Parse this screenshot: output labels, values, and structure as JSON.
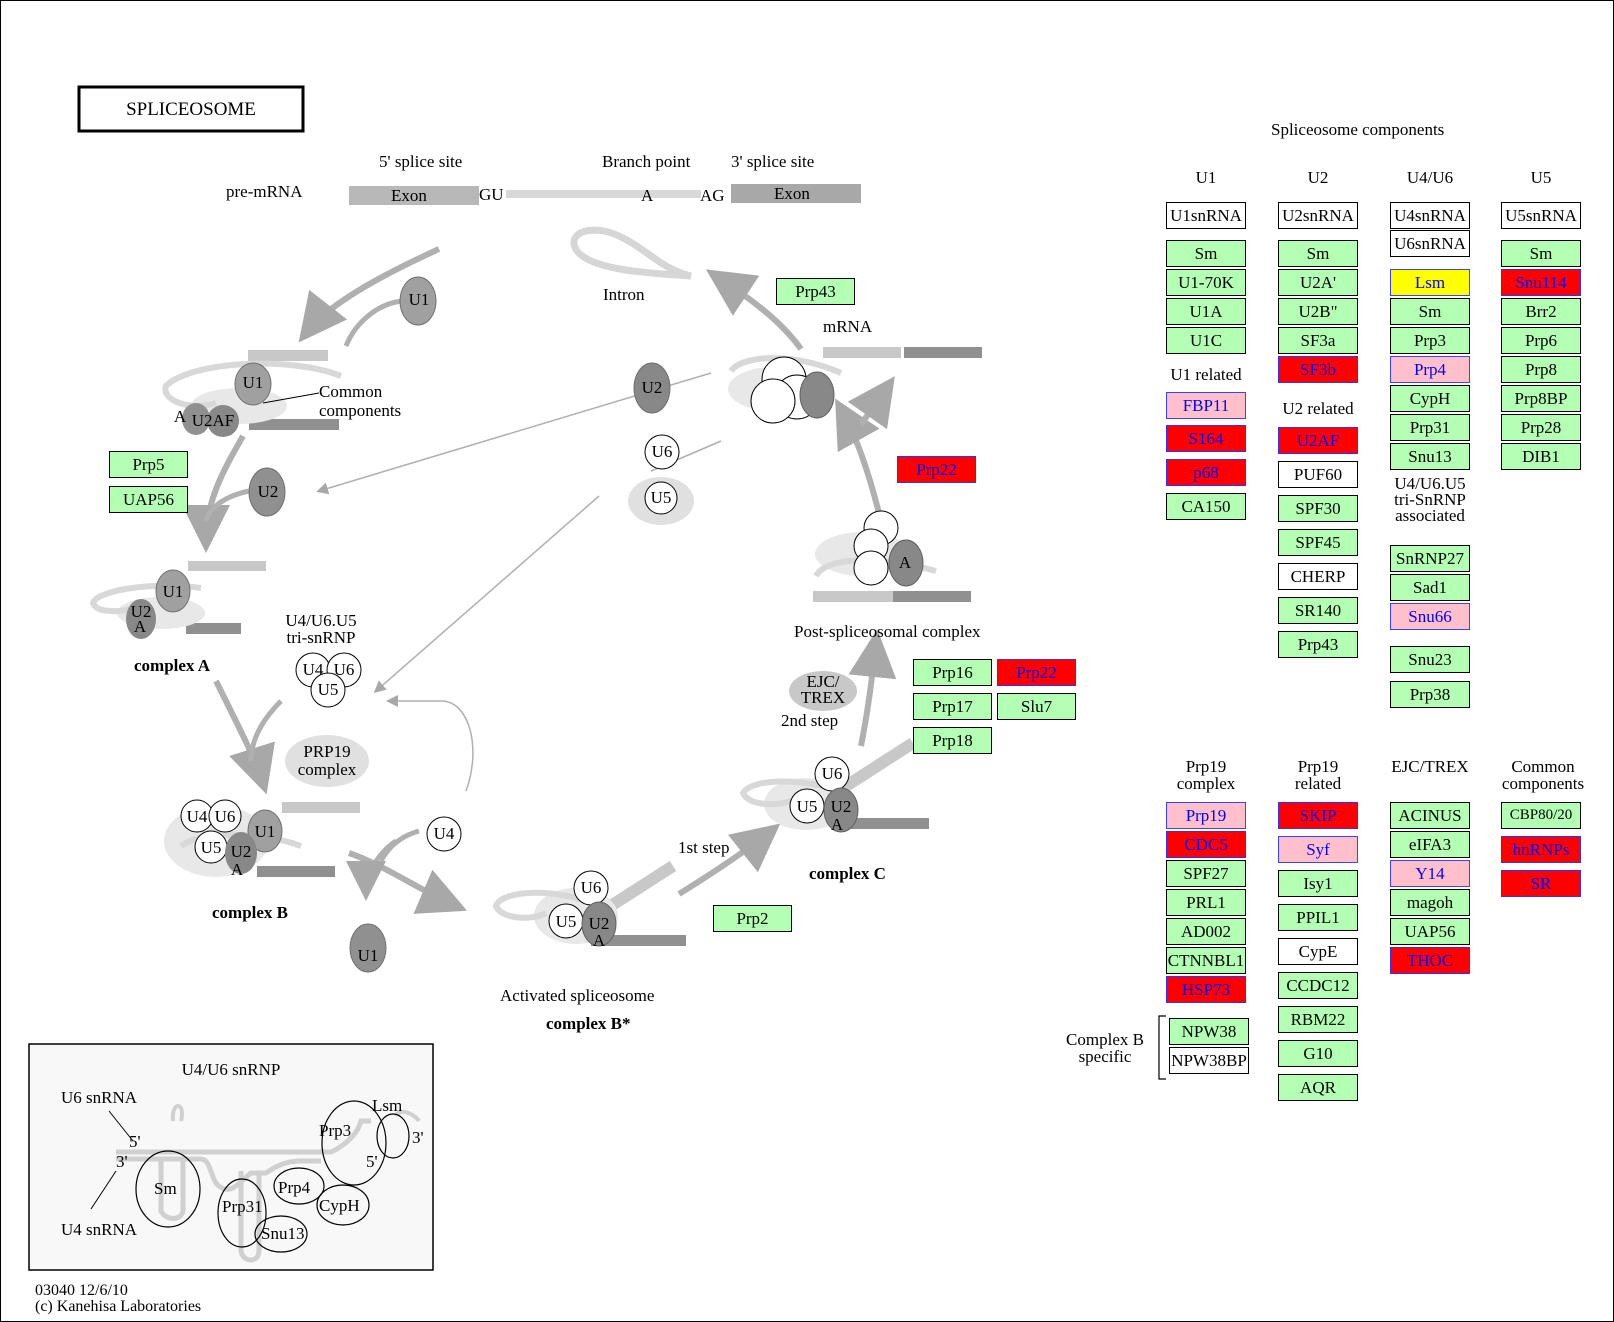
{
  "title": "SPLICEOSOME",
  "pathway": {
    "splice_site_5": "5' splice site",
    "branch_point": "Branch point",
    "splice_site_3": "3' splice site",
    "pre_mrna": "pre-mRNA",
    "exon": "Exon",
    "gu": "GU",
    "a": "A",
    "ag": "AG",
    "intron": "Intron",
    "mrna": "mRNA",
    "common_components": "Common\ncomponents",
    "complex_a": "complex A",
    "complex_b": "complex B",
    "complex_b_star": "complex B*",
    "complex_c": "complex C",
    "activated": "Activated spliceosome",
    "post_spliceosomal": "Post-spliceosomal complex",
    "tri_snrnp": "U4/U6.U5\ntri-snRNP",
    "prp19_complex": "PRP19\ncomplex",
    "ejc_trex": "EJC/\nTREX",
    "step1": "1st step",
    "step2": "2nd step",
    "snrnp": {
      "u1": "U1",
      "u2": "U2",
      "u4": "U4",
      "u5": "U5",
      "u6": "U6",
      "u2af": "U2AF",
      "a": "A"
    }
  },
  "pathway_boxes": {
    "prp43": "Prp43",
    "prp22_a": "Prp22",
    "prp5": "Prp5",
    "uap56": "UAP56",
    "prp16": "Prp16",
    "prp22_b": "Prp22",
    "prp17": "Prp17",
    "slu7": "Slu7",
    "prp18": "Prp18",
    "prp2": "Prp2"
  },
  "inset": {
    "title": "U4/U6 snRNP",
    "u6_snrna": "U6 snRNA",
    "u4_snrna": "U4 snRNA",
    "p5a": "5'",
    "p3a": "3'",
    "p5b": "5'",
    "p3b": "3'",
    "sm": "Sm",
    "lsm": "Lsm",
    "prp3": "Prp3",
    "prp4": "Prp4",
    "prp31": "Prp31",
    "cyph": "CypH",
    "snu13": "Snu13"
  },
  "footer": {
    "line1": "03040 12/6/10",
    "line2": "(c) Kanehisa Laboratories"
  },
  "components": {
    "heading": "Spliceosome components",
    "u1_head": "U1",
    "u2_head": "U2",
    "u4u6_head": "U4/U6",
    "u5_head": "U5",
    "u1snrna": "U1snRNA",
    "u1_sm": "Sm",
    "u1_70k": "U1-70K",
    "u1a": "U1A",
    "u1c": "U1C",
    "u1_related": "U1 related",
    "fbp11": "FBP11",
    "s164": "S164",
    "p68": "p68",
    "ca150": "CA150",
    "u2snrna": "U2snRNA",
    "u2_sm": "Sm",
    "u2a": "U2A'",
    "u2b": "U2B\"",
    "sf3a": "SF3a",
    "sf3b": "SF3b",
    "u2_related": "U2 related",
    "u2af": "U2AF",
    "puf60": "PUF60",
    "spf30": "SPF30",
    "spf45": "SPF45",
    "cherp": "CHERP",
    "sr140": "SR140",
    "prp43": "Prp43",
    "u4snrna": "U4snRNA",
    "u6snrna": "U6snRNA",
    "lsm": "Lsm",
    "u46_sm": "Sm",
    "prp3": "Prp3",
    "prp4": "Prp4",
    "cyph": "CypH",
    "prp31": "Prp31",
    "snu13": "Snu13",
    "tri_assoc": "U4/U6.U5\ntri-SnRNP\nassociated",
    "snrnp27": "SnRNP27",
    "sad1": "Sad1",
    "snu66": "Snu66",
    "snu23": "Snu23",
    "prp38": "Prp38",
    "u5snrna": "U5snRNA",
    "u5_sm": "Sm",
    "snu114": "Snu114",
    "brr2": "Brr2",
    "prp6": "Prp6",
    "prp8": "Prp8",
    "prp8bp": "Prp8BP",
    "prp28": "Prp28",
    "dib1": "DIB1",
    "prp19c_head": "Prp19\ncomplex",
    "prp19r_head": "Prp19\nrelated",
    "ejc_head": "EJC/TREX",
    "common_head": "Common\ncomponents",
    "prp19": "Prp19",
    "cdc5": "CDC5",
    "spf27": "SPF27",
    "prl1": "PRL1",
    "ad002": "AD002",
    "ctnnbl1": "CTNNBL1",
    "hsp73": "HSP73",
    "complex_b_specific": "Complex B\nspecific",
    "npw38": "NPW38",
    "npw38bp": "NPW38BP",
    "skip": "SKIP",
    "syf": "Syf",
    "isy1": "Isy1",
    "ppil1": "PPIL1",
    "cype": "CypE",
    "ccdc12": "CCDC12",
    "rbm22": "RBM22",
    "g10": "G10",
    "aqr": "AQR",
    "acinus": "ACINUS",
    "eifa3": "eIFA3",
    "y14": "Y14",
    "magoh": "magoh",
    "uap56": "UAP56",
    "thoc": "THOC",
    "cbp80": "CBP80/20",
    "hnrnps": "hnRNPs",
    "sr": "SR"
  },
  "colors": {
    "green": "#b3ffb3",
    "red": "#ff0000",
    "pink": "#ffc0cb",
    "yellow": "#ffff00",
    "grey_arrow": "#b0b0b0",
    "dark_snrnp": "#909090"
  }
}
